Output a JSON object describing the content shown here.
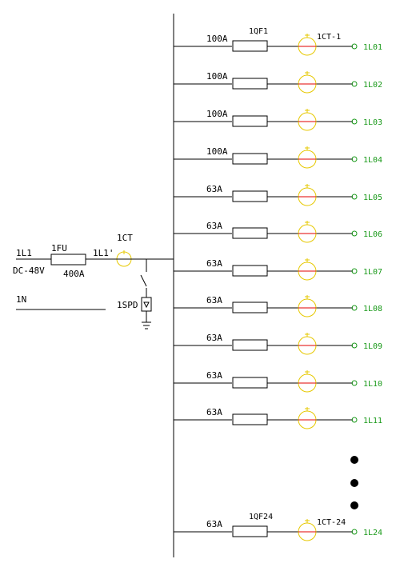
{
  "incoming": {
    "line_label": "1L1",
    "voltage_label": "DC-48V",
    "fuse_label": "1FU",
    "fuse_rating": "400A",
    "after_fuse_label": "1L1'",
    "ct_label": "1CT",
    "spd_label": "1SPD",
    "neutral_label": "1N"
  },
  "branches": [
    {
      "rating": "100A",
      "breaker": "1QF1",
      "ct": "1CT-1",
      "out": "1L01"
    },
    {
      "rating": "100A",
      "breaker": "",
      "ct": "",
      "out": "1L02"
    },
    {
      "rating": "100A",
      "breaker": "",
      "ct": "",
      "out": "1L03"
    },
    {
      "rating": "100A",
      "breaker": "",
      "ct": "",
      "out": "1L04"
    },
    {
      "rating": "63A",
      "breaker": "",
      "ct": "",
      "out": "1L05"
    },
    {
      "rating": "63A",
      "breaker": "",
      "ct": "",
      "out": "1L06"
    },
    {
      "rating": "63A",
      "breaker": "",
      "ct": "",
      "out": "1L07"
    },
    {
      "rating": "63A",
      "breaker": "",
      "ct": "",
      "out": "1L08"
    },
    {
      "rating": "63A",
      "breaker": "",
      "ct": "",
      "out": "1L09"
    },
    {
      "rating": "63A",
      "breaker": "",
      "ct": "",
      "out": "1L10"
    },
    {
      "rating": "63A",
      "breaker": "",
      "ct": "",
      "out": "1L11"
    },
    {
      "rating": "63A",
      "breaker": "1QF24",
      "ct": "1CT-24",
      "out": "1L24"
    }
  ],
  "colors": {
    "wire": "#000000",
    "ct_circle": "#e6c800",
    "ct_line": "#e00000",
    "terminal": "#1a9a1a"
  }
}
